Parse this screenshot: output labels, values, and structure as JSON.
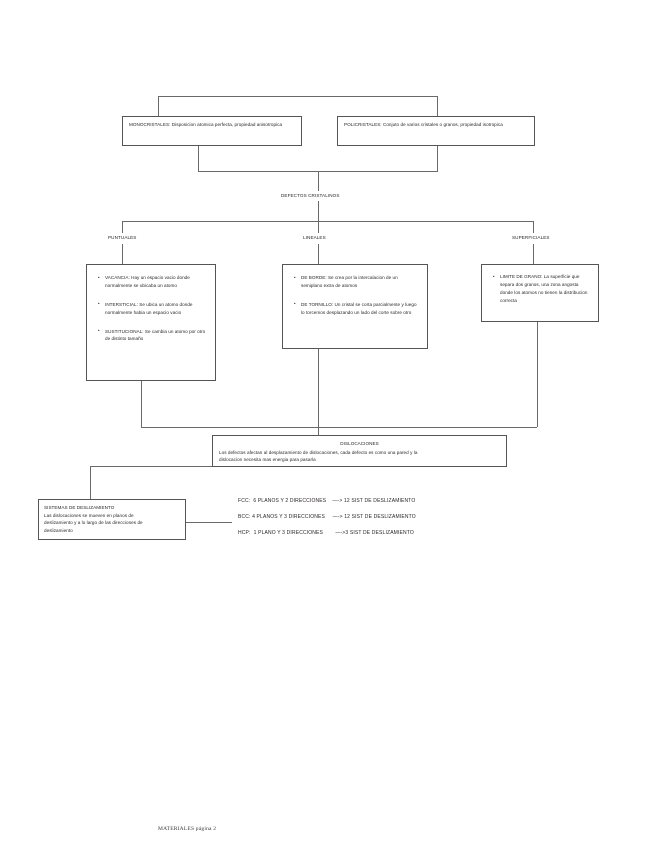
{
  "document": {
    "footer": "MATERIALES página 2"
  },
  "diagram": {
    "crystal_types": [
      {
        "id": "monocristales",
        "text": "MONOCRISTALES: Disposicion atomica perfecta, propiedad anisotropica"
      },
      {
        "id": "policristales",
        "text": "POLICRISTALES: Conjuto de varios cristales o granos, propiedad isotropica"
      }
    ],
    "root_label": "DEFECTOS CRISTALINOS",
    "categories": [
      {
        "id": "puntuales",
        "label": "PUNTUALES"
      },
      {
        "id": "lineales",
        "label": "LINEALES"
      },
      {
        "id": "superficiales",
        "label": "SUPERFICIALES"
      }
    ],
    "puntuales_items": [
      "VACANCIA: Hay un espacio vacio donde normalmente se ubicaba un atomo",
      "INTERSTICIAL: Se ubica un atomo donde normalmente habia un espacio vacio",
      "SUSTITUCIONAL: Se cambia un atomo por otro de distinto tamaño"
    ],
    "lineales_items": [
      "DE BORDE: Se crea por la intercalacion de un semiplano extra de atomos",
      "DE TORNILLO: Un cristal se corta parcialmente y luego lo torcemos desplazando un lado del corte sobre otro"
    ],
    "superficiales_items": [
      "LIMITE DE GRANO: La superficie que separa dos granos, una zona angosta donde los atomos no tienen la distribucion correcta"
    ],
    "dislocaciones": {
      "title": "DISLOCACIONES",
      "line1": "Los defectos afectan al desplazamiento de dislocaciones, cada defecto es como una pared y la",
      "line2": "dislocacion necesita mas energia para pasarla"
    },
    "slip_systems": {
      "title": "SISTEMAS DE DESLIZAMIENTO",
      "line1": "Las dislocaciones se mueven en planos de",
      "line2": "deslizamiento y a lo largo de las direcciones de",
      "line3": "deslizamiento",
      "rows": [
        "FCC:  6 PLANOS Y 2 DIRECCIONES    —-> 12 SIST DE DESLIZAMIENTO",
        "BCC: 4 PLANOS Y 3 DIRECCIONES     —-> 12 SIST DE DESLIZAMIENTO",
        "HCP:  1 PLANO Y 3 DIRECCIONES        —->3 SIST DE DESLIZAMIENTO"
      ]
    }
  },
  "colors": {
    "line": "#6a6a6a",
    "border": "#555555",
    "text": "#231f20",
    "background": "#ffffff"
  }
}
